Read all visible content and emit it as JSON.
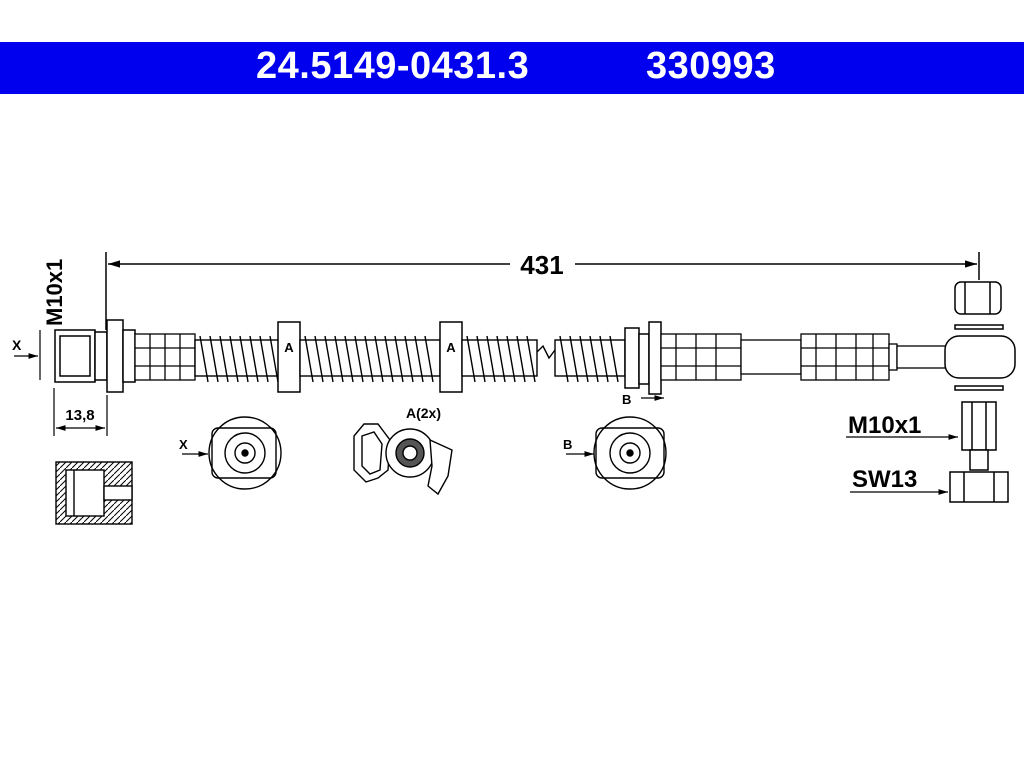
{
  "header": {
    "part_number": "24.5149-0431.3",
    "ref_number": "330993",
    "bg_color": "#0000ee",
    "text_color": "#ffffff"
  },
  "dimensions": {
    "length": "431",
    "thread_left": "M10x1",
    "width_left": "13,8",
    "thread_right": "M10x1",
    "wrench_size": "SW13"
  },
  "markers": {
    "x": "X",
    "a": "A",
    "b": "B",
    "a_count": "A(2x)"
  }
}
